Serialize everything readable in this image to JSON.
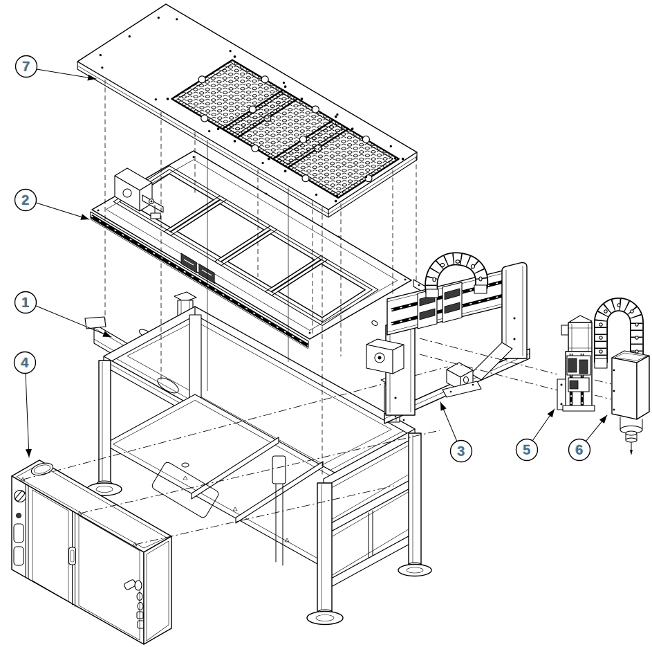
{
  "diagram": {
    "description": "Exploded isometric assembly drawing of an automated tray-processing workstation with numbered part callouts",
    "background_color": "#ffffff",
    "line_color": "#000000",
    "callout_style": {
      "circle_fill": "#ffffff",
      "circle_stroke": "#000000",
      "number_color": "#2f74b5",
      "number_accent_color": "#e8a23c"
    },
    "callouts": [
      {
        "label": "1"
      },
      {
        "label": "2"
      },
      {
        "label": "3"
      },
      {
        "label": "4"
      },
      {
        "label": "5"
      },
      {
        "label": "6"
      },
      {
        "label": "7"
      }
    ]
  }
}
